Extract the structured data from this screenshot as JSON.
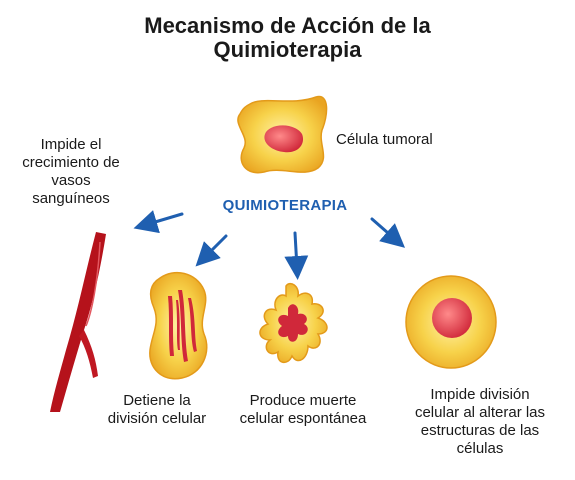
{
  "title": {
    "line1": "Mecanismo de Acción de la",
    "line2": "Quimioterapia"
  },
  "center_label": "QUIMIOTERAPIA",
  "tumor_cell_label": "Célula tumoral",
  "effects": {
    "vessels": [
      "Impide el",
      "crecimiento de",
      "vasos",
      "sanguíneos"
    ],
    "division_stop": [
      "Detiene la",
      "división celular"
    ],
    "death": [
      "Produce muerte",
      "celular espontánea"
    ],
    "structure": [
      "Impide división",
      "celular al alterar las",
      "estructuras de las",
      "células"
    ]
  },
  "colors": {
    "arrow": "#1f5fb0",
    "cell_body": "#f2c23a",
    "cell_edge": "#e39a1a",
    "nucleus": "#e0434f",
    "vessel": "#b5121b"
  }
}
